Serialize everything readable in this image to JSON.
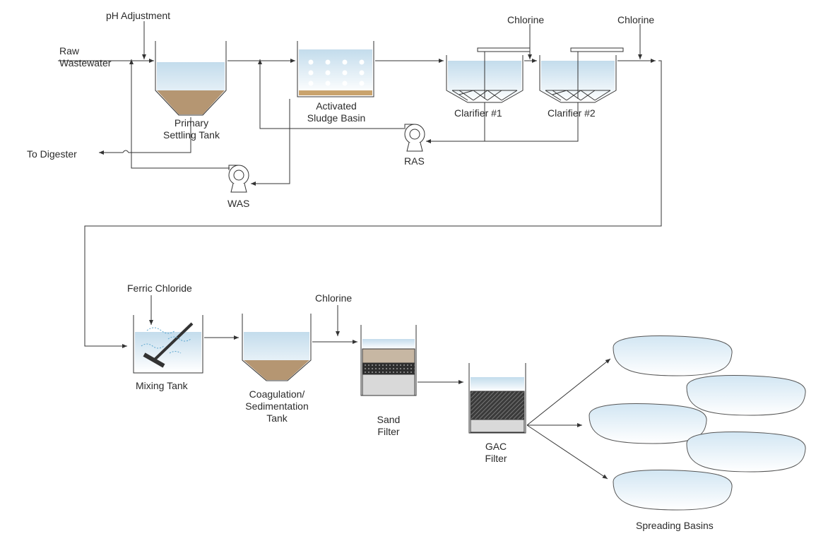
{
  "labels": {
    "raw_line1": "Raw",
    "raw_line2": "Wastewater",
    "ph_adjustment": "pH Adjustment",
    "primary_line1": "Primary",
    "primary_line2": "Settling Tank",
    "to_digester": "To Digester",
    "wa_line1": "Activated",
    "wa_line2": "Sludge Basin",
    "chlorine_1": "Chlorine",
    "chlorine_2": "Chlorine",
    "clarifier_1": "Clarifier #1",
    "clarifier_2": "Clarifier #2",
    "ras": "RAS",
    "was": "WAS",
    "ferric_chloride": "Ferric Chloride",
    "mixing_tank": "Mixing Tank",
    "coag_line1": "Coagulation/",
    "coag_line2": "Sedimentation",
    "coag_line3": "Tank",
    "chlorine_3": "Chlorine",
    "sand_line1": "Sand",
    "sand_line2": "Filter",
    "gac_line1": "GAC",
    "gac_line2": "Filter",
    "spreading_basins": "Spreading Basins"
  },
  "colors": {
    "line": "#333333",
    "water_top": "#c9dfee",
    "water_bottom": "#ffffff",
    "sludge": "#b59672",
    "media_dark": "#2c2c2c",
    "gravel": "#d9d9d9",
    "sand": "#c7b7a3"
  }
}
